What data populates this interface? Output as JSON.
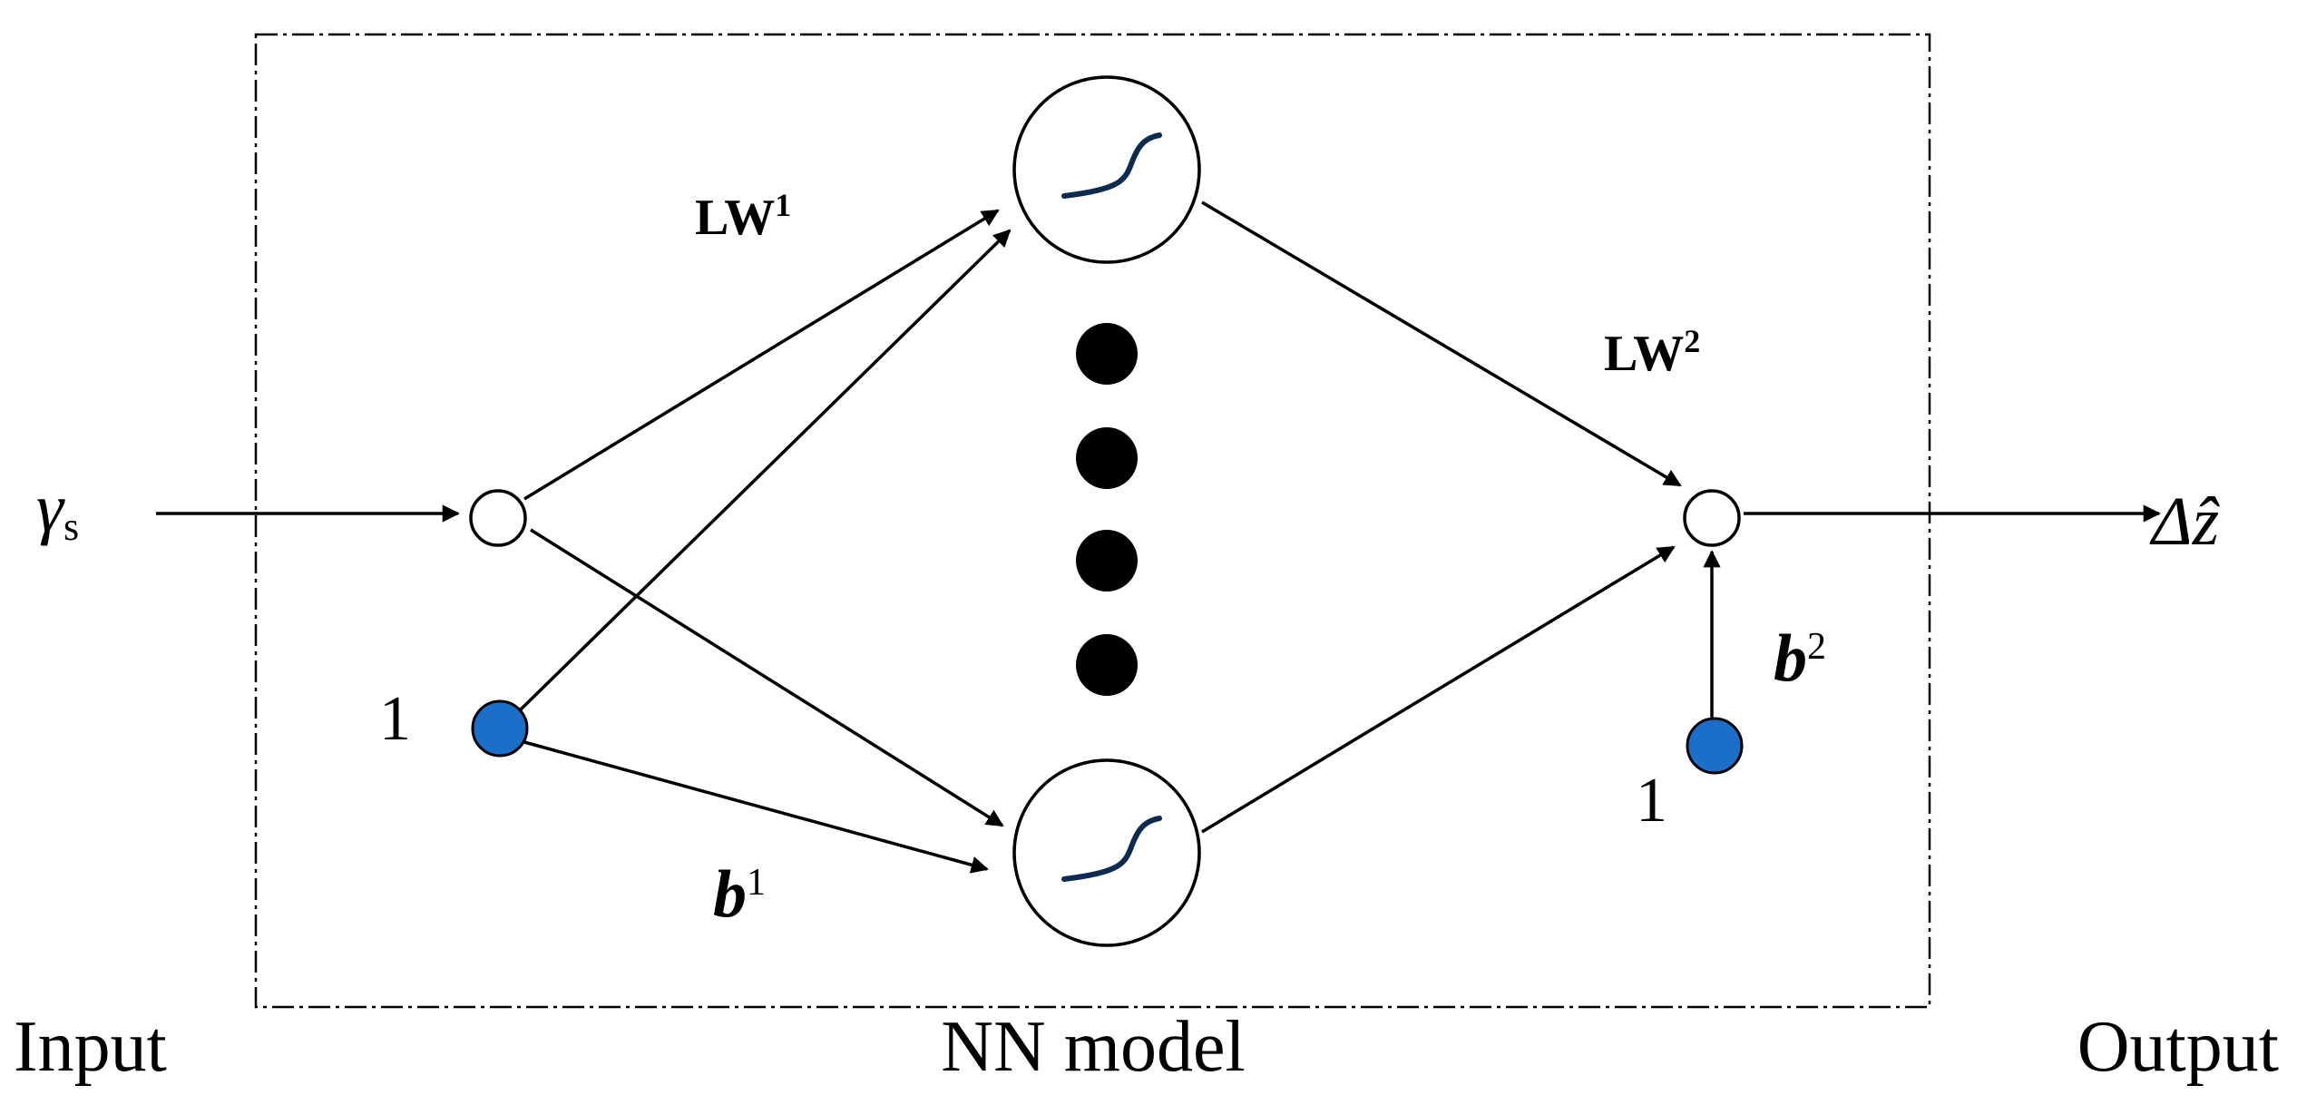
{
  "labels": {
    "input_caption": "Input",
    "model_caption": "NN model",
    "output_caption": "Output",
    "input_symbol": "γ",
    "input_symbol_sub": "s",
    "output_symbol": "Δẑ",
    "layer1_weight": "LW",
    "layer1_weight_sup": "1",
    "layer2_weight": "LW",
    "layer2_weight_sup": "2",
    "bias1_symbol": "b",
    "bias1_sup": "1",
    "bias2_symbol": "b",
    "bias2_sup": "2",
    "bias1_value": "1",
    "bias2_value": "1"
  },
  "colors": {
    "bias_node": "#1b6fc9",
    "sigmoid_curve": "#0d2a4f",
    "line": "#000000",
    "background": "#ffffff"
  },
  "icons": {
    "hidden_activation": "sigmoid-curve-icon"
  }
}
